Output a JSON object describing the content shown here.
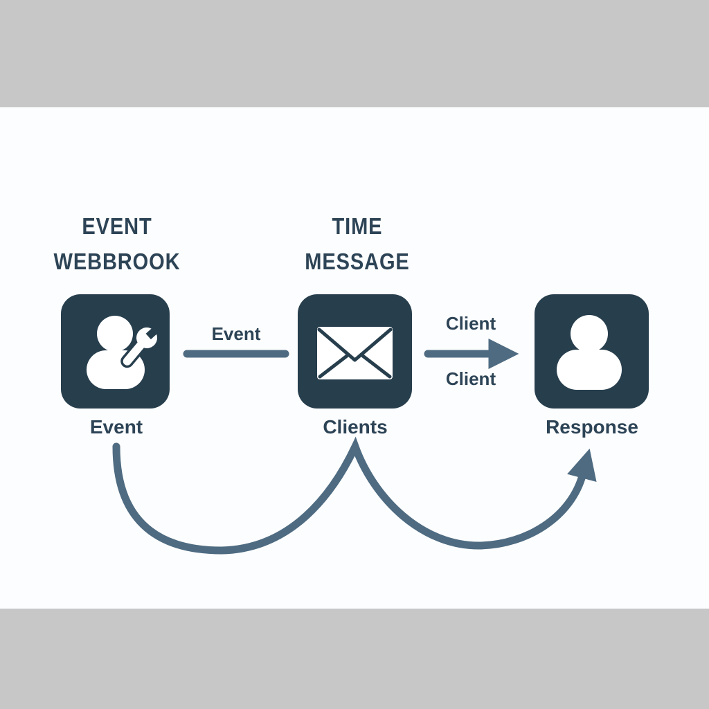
{
  "colors": {
    "band": "#c7c7c7",
    "paper": "#fcfdfe",
    "node": "#273e4d",
    "stroke": "#4e6b81",
    "text": "#2d4456"
  },
  "headings": {
    "left": {
      "line1": "EVENT",
      "line2": "WEBBROOK"
    },
    "middle": {
      "line1": "TIME",
      "line2": "MESSAGE"
    }
  },
  "nodes": {
    "event": {
      "label": "Event",
      "icon": "user-wrench-icon"
    },
    "clients": {
      "label": "Clients",
      "icon": "envelope-icon"
    },
    "response": {
      "label": "Response",
      "icon": "user-icon"
    }
  },
  "connectors": {
    "event_to_clients": {
      "label": "Event",
      "style": "plain-line"
    },
    "clients_to_response": {
      "label_top": "Client",
      "label_bottom": "Client",
      "style": "arrow-right"
    },
    "feedback_curve": {
      "style": "curved-arrow",
      "from": "Event",
      "via": "Clients",
      "to": "Response"
    }
  }
}
